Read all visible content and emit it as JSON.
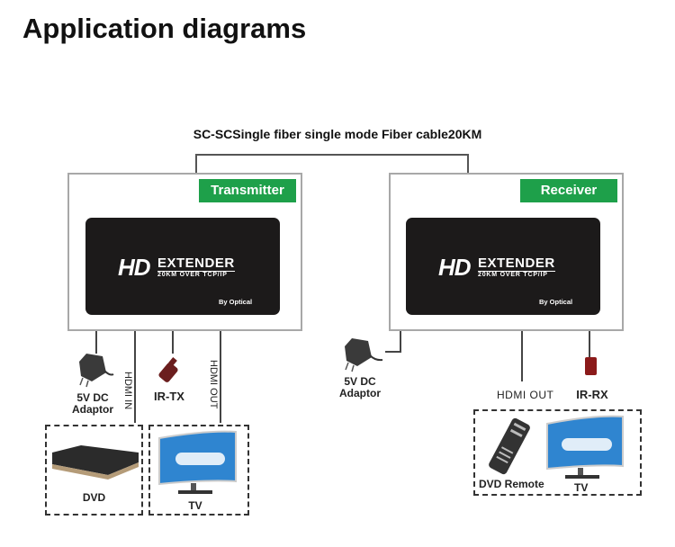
{
  "title": "Application diagrams",
  "cable_label": "SC-SCSingle fiber single mode Fiber cable20KM",
  "transmitter": {
    "badge": "Transmitter",
    "panel": {
      "hd": "HD",
      "extender": "EXTENDER",
      "subtitle": "20KM OVER TCP/IP",
      "by": "By Optical"
    },
    "adaptor_label_1": "5V DC",
    "adaptor_label_2": "Adaptor",
    "hdmi_in": "HDMI IN",
    "ir": "IR-TX",
    "hdmi_out": "HDMI OUT",
    "dvd": "DVD",
    "tv": "TV"
  },
  "receiver": {
    "badge": "Receiver",
    "panel": {
      "hd": "HD",
      "extender": "EXTENDER",
      "subtitle": "20KM OVER TCP/IP",
      "by": "By Optical"
    },
    "adaptor_label_1": "5V DC",
    "adaptor_label_2": "Adaptor",
    "hdmi_out": "HDMI OUT",
    "ir": "IR-RX",
    "remote": "DVD Remote",
    "tv": "TV"
  },
  "colors": {
    "badge": "#1ea04a",
    "panel": "#1c1a1a",
    "ir": "#8b1a1a"
  }
}
